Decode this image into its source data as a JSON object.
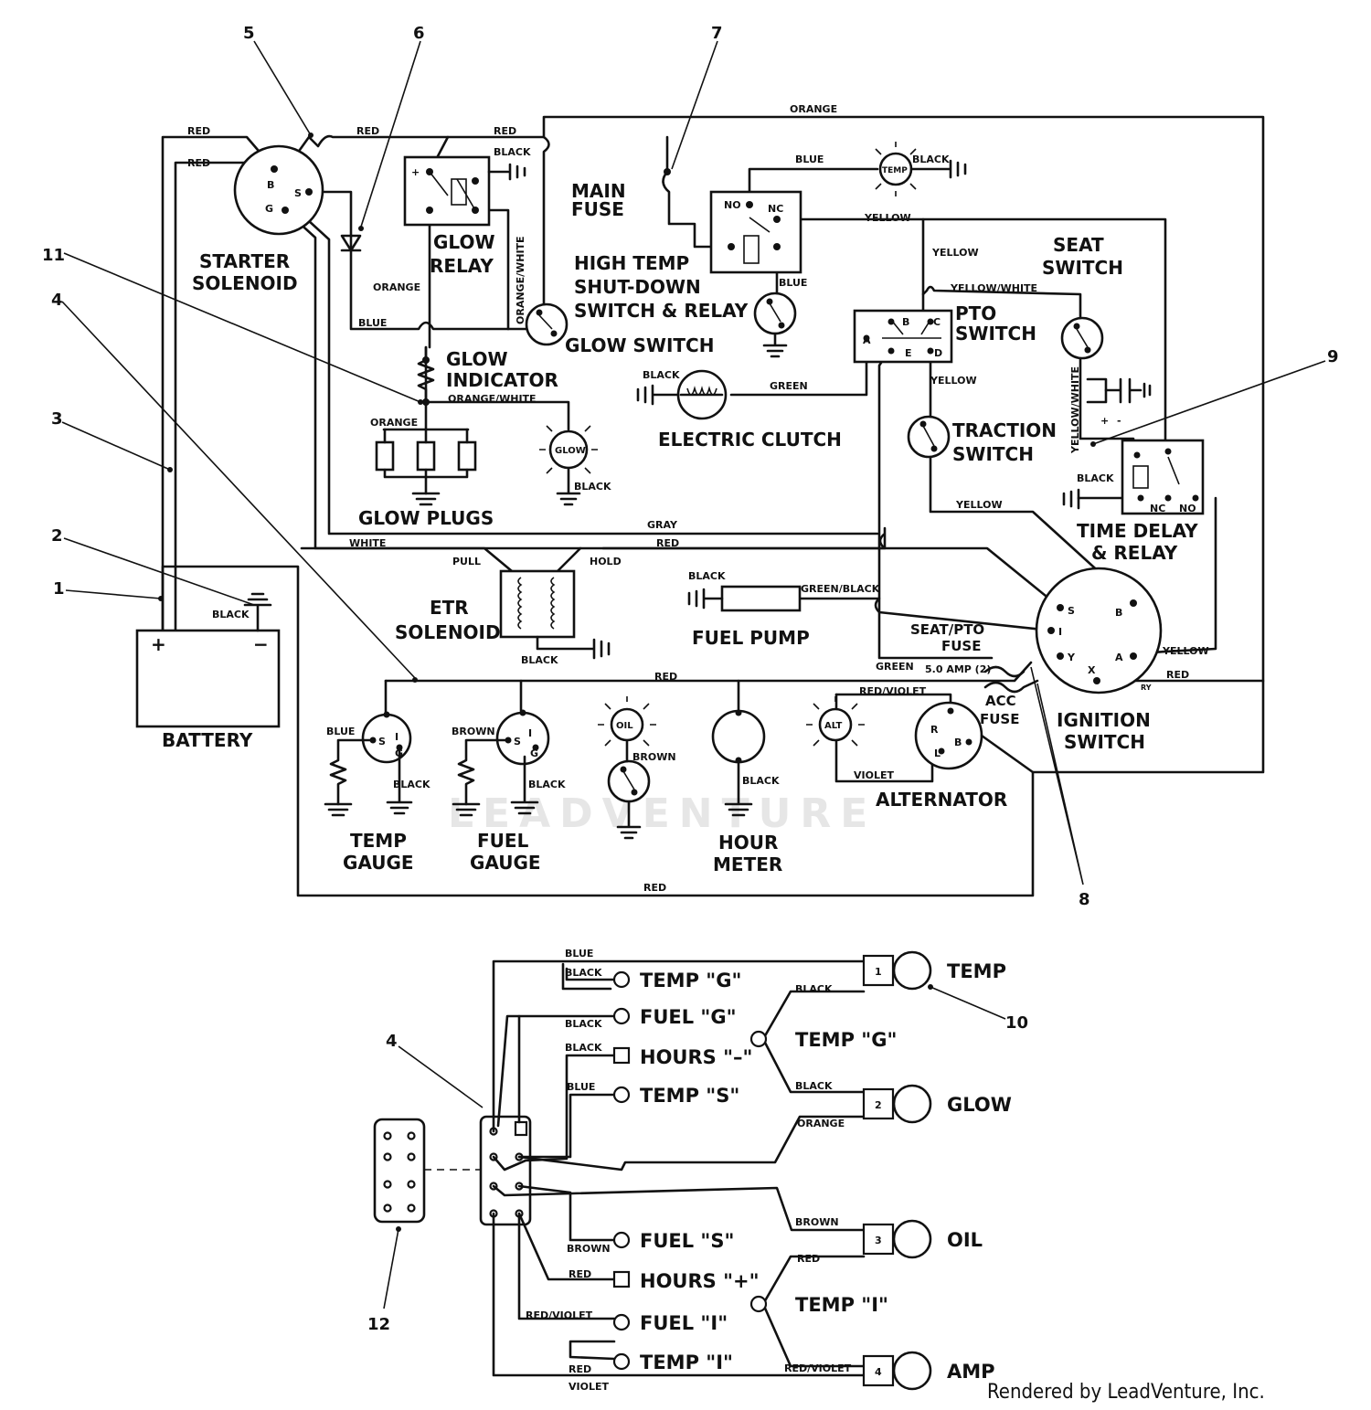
{
  "credit": "Rendered by LeadVenture, Inc.",
  "watermark": "LEADVENTURE",
  "callouts": [
    "1",
    "2",
    "3",
    "4",
    "5",
    "6",
    "7",
    "8",
    "9",
    "10",
    "11",
    "12"
  ],
  "components": {
    "starter_solenoid": [
      "STARTER",
      "SOLENOID"
    ],
    "glow_relay": [
      "GLOW",
      "RELAY"
    ],
    "main_fuse": [
      "MAIN",
      "FUSE"
    ],
    "high_temp": [
      "HIGH TEMP",
      "SHUT-DOWN",
      "SWITCH & RELAY"
    ],
    "seat_switch": [
      "SEAT",
      "SWITCH"
    ],
    "pto_switch": [
      "PTO",
      "SWITCH"
    ],
    "glow_switch": "GLOW SWITCH",
    "glow_indicator": [
      "GLOW",
      "INDICATOR"
    ],
    "electric_clutch": "ELECTRIC CLUTCH",
    "traction_switch": [
      "TRACTION",
      "SWITCH"
    ],
    "time_delay": [
      "TIME DELAY",
      "& RELAY"
    ],
    "glow_plugs": "GLOW PLUGS",
    "etr_solenoid": [
      "ETR",
      "SOLENOID"
    ],
    "fuel_pump": "FUEL PUMP",
    "seat_pto_fuse": [
      "SEAT/PTO",
      "FUSE"
    ],
    "fuse_rating": "5.0 AMP (2)",
    "acc_fuse": [
      "ACC",
      "FUSE"
    ],
    "ignition_switch": [
      "IGNITION",
      "SWITCH"
    ],
    "battery": "BATTERY",
    "temp_gauge": [
      "TEMP",
      "GAUGE"
    ],
    "fuel_gauge": [
      "FUEL",
      "GAUGE"
    ],
    "hour_meter": [
      "HOUR",
      "METER"
    ],
    "alternator": "ALTERNATOR"
  },
  "lamps": {
    "temp": "TEMP",
    "glow": "GLOW",
    "oil": "OIL",
    "alt": "ALT"
  },
  "wires": {
    "red": "RED",
    "black": "BLACK",
    "orange": "ORANGE",
    "blue": "BLUE",
    "yellow": "YELLOW",
    "yellow_white": "YELLOW/WHITE",
    "orange_white": "ORANGE/WHITE",
    "green": "GREEN",
    "gray": "GRAY",
    "white": "WHITE",
    "green_black": "GREEN/BLACK",
    "red_violet": "RED/VIOLET",
    "violet": "VIOLET",
    "brown": "BROWN",
    "pull": "PULL",
    "hold": "HOLD"
  },
  "terminals": {
    "b": "B",
    "s": "S",
    "g": "G",
    "i": "I",
    "a": "A",
    "y": "Y",
    "x": "X",
    "c": "C",
    "d": "D",
    "e": "E",
    "r": "R",
    "l": "L",
    "no": "NO",
    "nc": "NC",
    "plus": "+",
    "minus": "−",
    "minus_small": "-",
    "ry": "RY"
  },
  "legend": {
    "left_labels": [
      "TEMP \"G\"",
      "FUEL \"G\"",
      "HOURS \"–\"",
      "TEMP \"S\"",
      "FUEL \"S\"",
      "HOURS \"+\"",
      "FUEL  \"I\"",
      "TEMP \"I\""
    ],
    "left_wires": [
      "BLUE",
      "BLACK",
      "BLACK",
      "BLACK",
      "BLUE",
      "BROWN",
      "RED",
      "RED/VIOLET",
      "RED",
      "VIOLET"
    ],
    "mid_labels": [
      "TEMP \"G\"",
      "TEMP \"I\""
    ],
    "right_wires": [
      "BLACK",
      "BLACK",
      "ORANGE",
      "BROWN",
      "RED",
      "RED/VIOLET"
    ],
    "lights": [
      {
        "num": "1",
        "name": "TEMP"
      },
      {
        "num": "2",
        "name": "GLOW"
      },
      {
        "num": "3",
        "name": "OIL"
      },
      {
        "num": "4",
        "name": "AMP"
      }
    ]
  }
}
